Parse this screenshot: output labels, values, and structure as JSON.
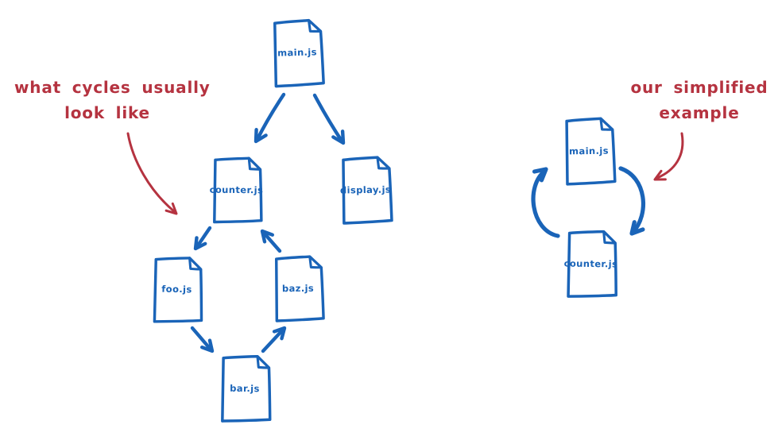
{
  "palette": {
    "ink_blue": "#1a64b8",
    "annotation_red": "#b53340",
    "background": "#ffffff"
  },
  "left_diagram": {
    "annotation": {
      "line1": "what cycles usually",
      "line2": "look like"
    },
    "nodes": {
      "main": {
        "label": "main.js"
      },
      "counter": {
        "label": "counter.js"
      },
      "display": {
        "label": "display.js"
      },
      "foo": {
        "label": "foo.js"
      },
      "baz": {
        "label": "baz.js"
      },
      "bar": {
        "label": "bar.js"
      }
    },
    "edges": [
      {
        "from": "main.js",
        "to": "counter.js"
      },
      {
        "from": "main.js",
        "to": "display.js"
      },
      {
        "from": "counter.js",
        "to": "foo.js"
      },
      {
        "from": "foo.js",
        "to": "bar.js"
      },
      {
        "from": "bar.js",
        "to": "baz.js"
      },
      {
        "from": "baz.js",
        "to": "counter.js"
      }
    ]
  },
  "right_diagram": {
    "annotation": {
      "line1": "our simplified",
      "line2": "example"
    },
    "nodes": {
      "main": {
        "label": "main.js"
      },
      "counter": {
        "label": "counter.js"
      }
    },
    "edges": [
      {
        "from": "main.js",
        "to": "counter.js"
      },
      {
        "from": "counter.js",
        "to": "main.js"
      }
    ]
  }
}
